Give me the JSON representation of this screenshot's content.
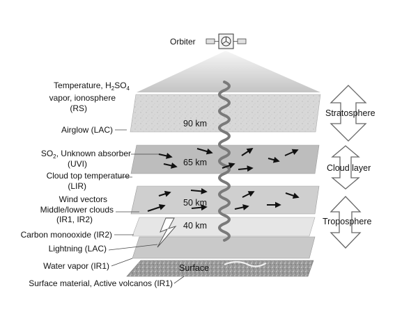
{
  "orbiter": {
    "label": "Orbiter"
  },
  "left_labels": {
    "rs": [
      "Temperature, H2SO4",
      "vapor, ionosphere",
      "(RS)"
    ],
    "airglow": "Airglow (LAC)",
    "uvi": [
      "SO2, Unknown absorber",
      "(UVI)"
    ],
    "lir": [
      "Cloud top  temperature",
      "(LIR)"
    ],
    "wind": "Wind vectors",
    "ir12": [
      "Middle/lower clouds",
      "(IR1, IR2)"
    ],
    "co": "Carbon monooxide (IR2)",
    "lightning": "Lightning (LAC)",
    "water": "Water vapor (IR1)",
    "surface_material": "Surface material, Active volcanos (IR1)"
  },
  "layers": {
    "km90": "90 km",
    "km65": "65 km",
    "km50": "50 km",
    "km40": "40 km",
    "surface": "Surface"
  },
  "regions": {
    "stratosphere": "Stratosphere",
    "cloud_layer": "Cloud layer",
    "troposphere": "Troposphere"
  },
  "colors": {
    "cone_top": "#f6f6f6",
    "cone_bottom": "#c4c4c4",
    "layer_light": "#d4d4d4",
    "layer_medium": "#bdbdbd",
    "layer_dark": "#a8a8a8",
    "layer_pale": "#e8e8e8",
    "arrow": "#111111",
    "outline": "#888888"
  }
}
